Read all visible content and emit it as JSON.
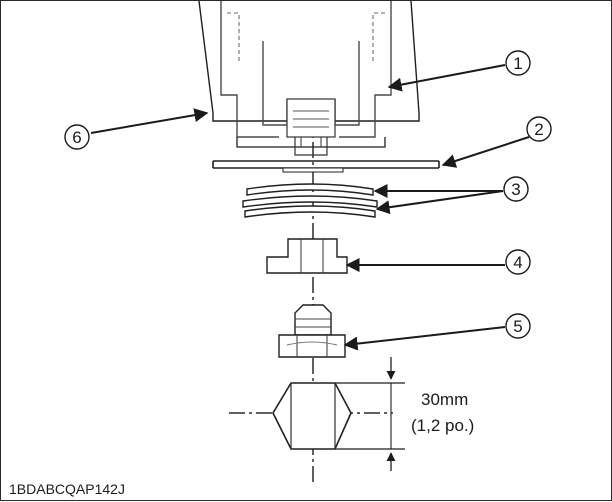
{
  "callouts": [
    "1",
    "2",
    "3",
    "4",
    "5",
    "6"
  ],
  "dimension": {
    "value": "30mm",
    "alt_units": "(1,2 po.)"
  },
  "figure_ref": "1BDABCQAP142J"
}
